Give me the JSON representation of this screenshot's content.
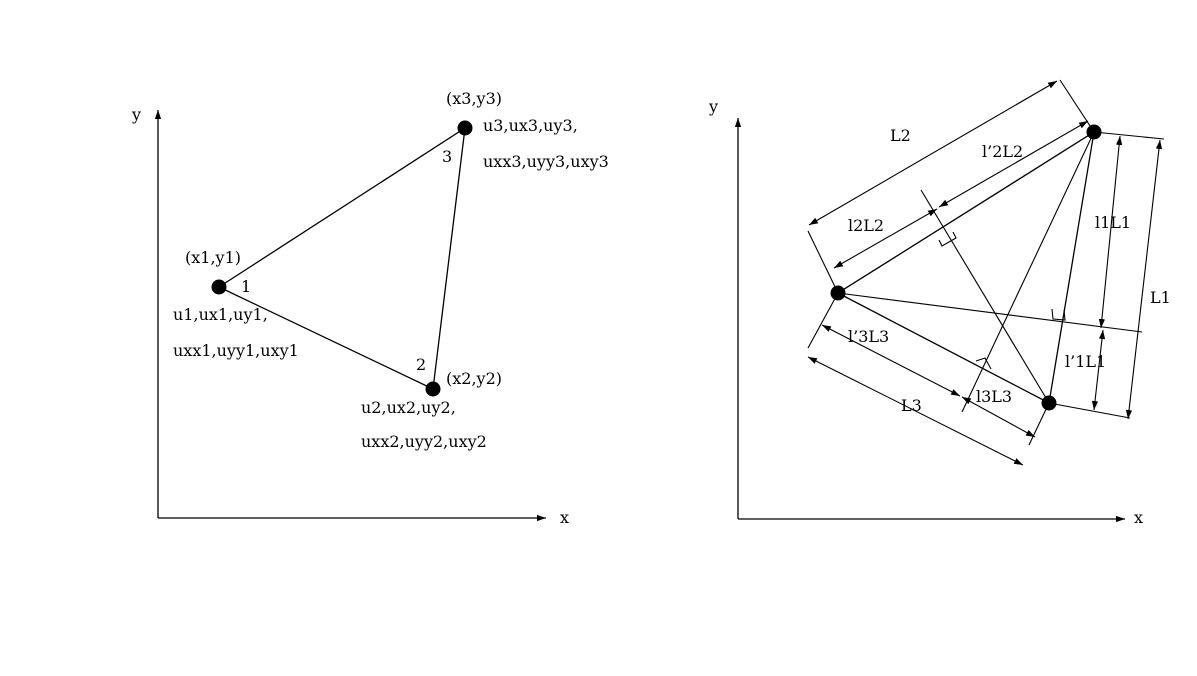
{
  "left_diagram": {
    "axis_x": "x",
    "axis_y": "y",
    "node1": {
      "coord": "(x1,y1)",
      "number": "1",
      "dofs_line1": "u1,ux1,uy1,",
      "dofs_line2": "uxx1,uyy1,uxy1"
    },
    "node2": {
      "coord": "(x2,y2)",
      "number": "2",
      "dofs_line1": "u2,ux2,uy2,",
      "dofs_line2": "uxx2,uyy2,uxy2"
    },
    "node3": {
      "coord": "(x3,y3)",
      "number": "3",
      "dofs_line1": "u3,ux3,uy3,",
      "dofs_line2": "uxx3,uyy3,uxy3"
    }
  },
  "right_diagram": {
    "axis_x": "x",
    "axis_y": "y",
    "labels": {
      "L1": "L1",
      "L2": "L2",
      "L3": "L3",
      "l1L1": "l1L1",
      "lp1L1": "l’1L1",
      "l2L2": "l2L2",
      "lp2L2": "l’2L2",
      "l3L3": "l3L3",
      "lp3L3": "l’3L3"
    }
  }
}
